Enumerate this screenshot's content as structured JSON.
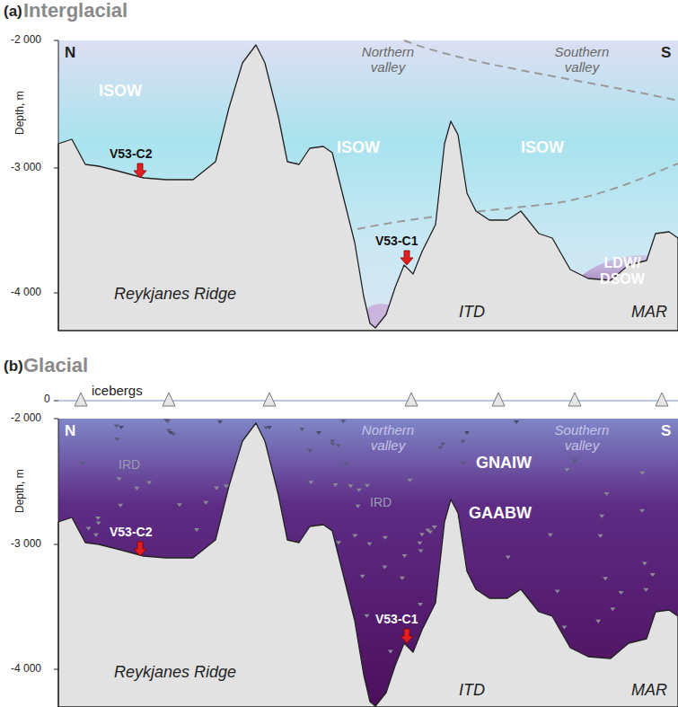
{
  "diagram": {
    "labels": [
      "(a)",
      "Interglacial",
      "-2 000",
      "Depth, m",
      "-3 000",
      "-4 000",
      "N",
      "S",
      "Northern valley",
      "Southern valley",
      "ISOW",
      "V53-C2",
      "ISOW",
      "ISOW",
      "V53-C1",
      "LDW/ DSOW",
      "Reykjanes Ridge",
      "ITD",
      "MAR",
      "(b)",
      "Glacial",
      "0",
      "icebergs",
      "-2 000",
      "Depth, m",
      "-3 000",
      "-4 000",
      "N",
      "S",
      "Northern valley",
      "Southern valley",
      "GNAIW",
      "GAABW",
      "IRD",
      "IRD",
      "V53-C2",
      "V53-C1",
      "Reykjanes Ridge",
      "ITD",
      "MAR"
    ]
  }
}
